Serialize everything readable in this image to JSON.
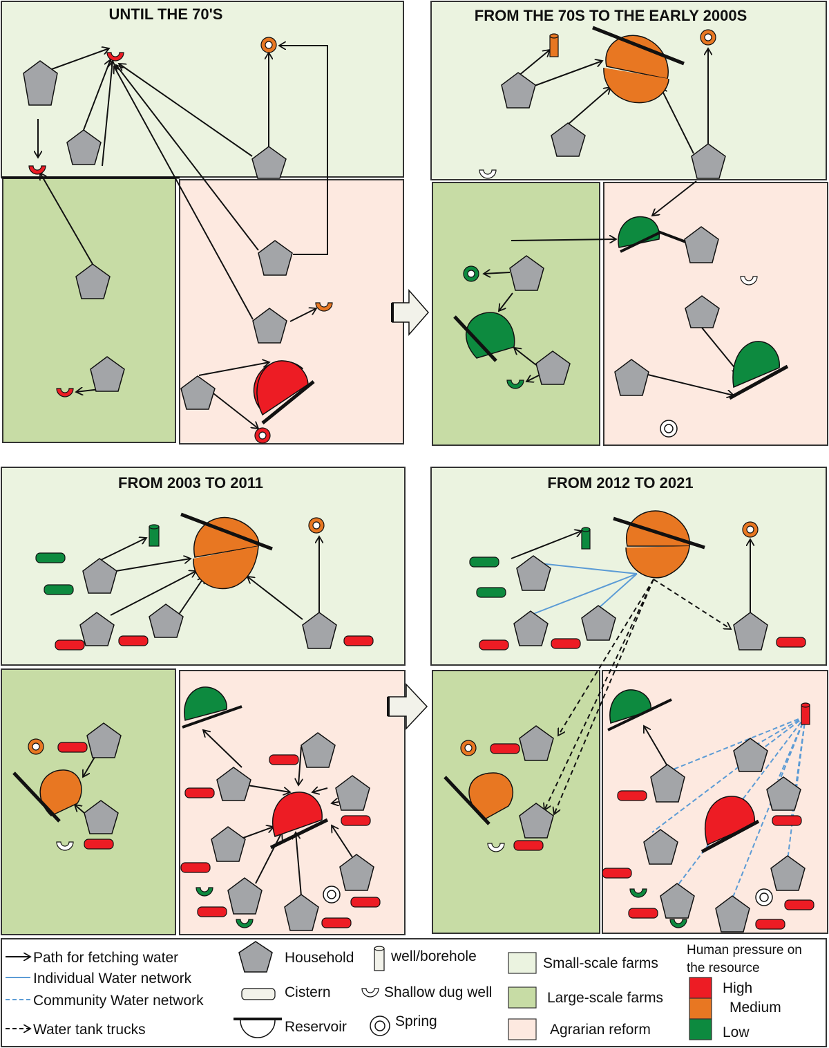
{
  "colors": {
    "small_farm": "#ebf3e0",
    "large_farm": "#c7dca5",
    "agrarian": "#fde9e0",
    "high": "#ed1c24",
    "medium": "#e87722",
    "low": "#0d8a3f",
    "household": "#a3a5a8",
    "individual_network": "#5b9bd5",
    "community_network": "#5b9bd5"
  },
  "panels": [
    {
      "title": "UNTIL THE 70'S"
    },
    {
      "title": "FROM THE 70S TO THE EARLY 2000S"
    },
    {
      "title": "FROM 2003 TO 2011"
    },
    {
      "title": "FROM 2012  TO 2021"
    }
  ],
  "legend": {
    "path": "Path for fetching water",
    "individual_network": "Individual Water network",
    "community_network": "Community Water network",
    "trucks": "Water tank trucks",
    "household": "Household",
    "cistern": "Cistern",
    "reservoir": "Reservoir",
    "well": "well/borehole",
    "shallow_well": "Shallow dug well",
    "spring": "Spring",
    "small_farms": "Small-scale farms",
    "large_farms": "Large-scale farms",
    "agrarian_reform": "Agrarian reform",
    "pressure_title_1": "Human pressure on",
    "pressure_title_2": "the resource",
    "high": "High",
    "medium": "Medium",
    "low": "Low"
  }
}
